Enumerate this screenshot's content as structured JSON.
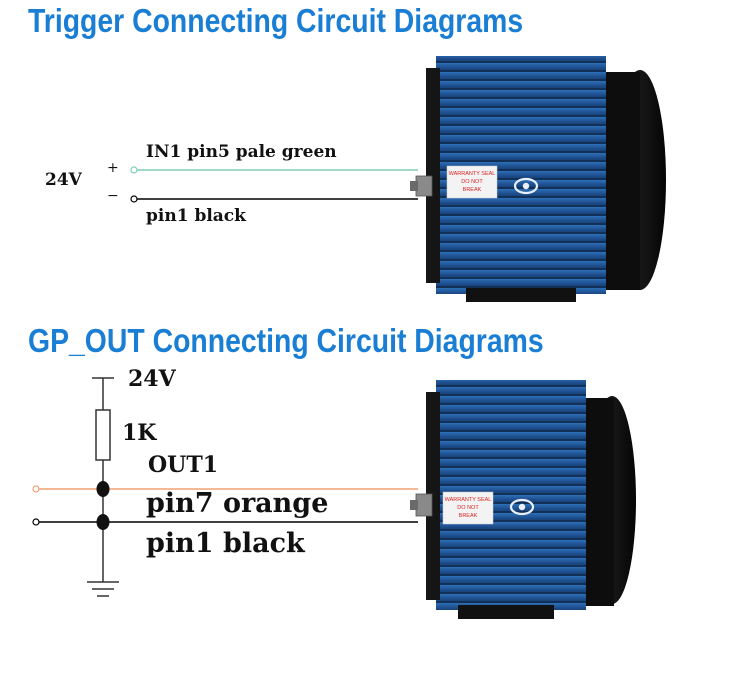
{
  "trigger": {
    "title": "Trigger  Connecting Circuit Diagrams",
    "supply_label": "24V",
    "plus_sign": "+",
    "minus_sign": "−",
    "wire_top_label": "IN1 pin5 pale green",
    "wire_bottom_label": "pin1  black",
    "wire_top_color": "#7ecfb0",
    "wire_bottom_color": "#000000"
  },
  "gp_out": {
    "title": "GP_OUT   Connecting Circuit Diagrams",
    "supply_label": "24V",
    "resistor_label": "1K",
    "output_label": "OUT1",
    "wire_top_label": "pin7 orange",
    "wire_bottom_label": "pin1 black",
    "wire_top_color": "#f0a070",
    "wire_bottom_color": "#000000"
  },
  "camera": {
    "body_color": "#1e4f8f",
    "seal_text_lines": [
      "WARRANTY SEAL",
      "DO NOT",
      "BREAK"
    ],
    "logo": "eye-logo-icon"
  },
  "colors": {
    "title": "#1a7fd4"
  }
}
